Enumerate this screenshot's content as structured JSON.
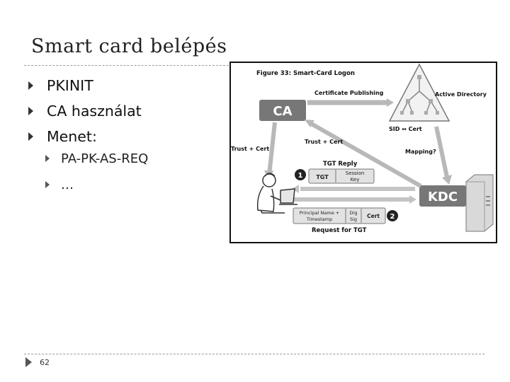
{
  "slide": {
    "title": "Smart card belépés",
    "bullets": [
      "PKINIT",
      "CA használat",
      "Menet:"
    ],
    "sub_bullets": [
      "PA-PK-AS-REQ",
      "…"
    ],
    "page_number": "62"
  },
  "figure": {
    "caption": "Figure 33: Smart-Card Logon",
    "ca_label": "CA",
    "kdc_label": "KDC",
    "certificate_publishing": "Certificate Publishing",
    "active_directory": "Active Directory",
    "sid_cert": "SID ↔ Cert",
    "trust_cert_left": "Trust + Cert",
    "trust_cert_mid": "Trust + Cert",
    "mapping": "Mapping?",
    "tgt_reply": "TGT Reply",
    "step1": "1",
    "tgt": "TGT",
    "session": "Session",
    "key": "Key",
    "principal_name": "Principal Name +",
    "timestamp": "Timestamp",
    "dig": "Dig",
    "sig": "Sig",
    "cert": "Cert",
    "step2": "2",
    "request_for_tgt": "Request for TGT"
  }
}
